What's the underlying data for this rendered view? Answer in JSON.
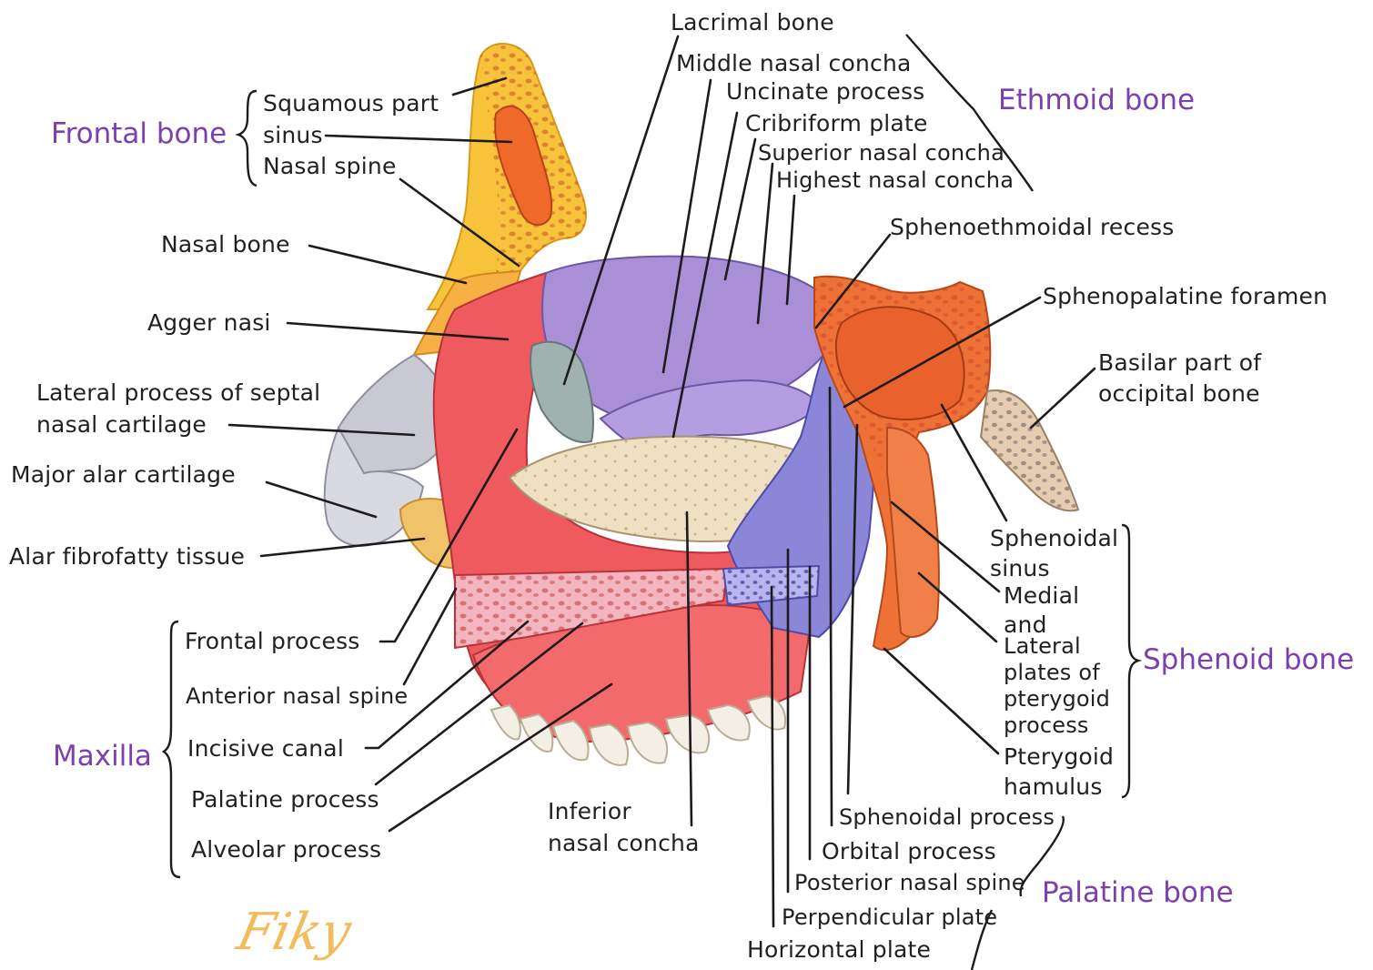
{
  "groups": {
    "frontal_bone": "Frontal bone",
    "ethmoid_bone": "Ethmoid bone",
    "maxilla": "Maxilla",
    "sphenoid_bone": "Sphenoid bone",
    "palatine_bone": "Palatine bone"
  },
  "labels": {
    "squamous_part": "Squamous part",
    "sinus": "sinus",
    "nasal_spine": "Nasal spine",
    "nasal_bone": "Nasal bone",
    "agger_nasi": "Agger nasi",
    "lateral_process_line1": "Lateral process of septal",
    "lateral_process_line2": "nasal cartilage",
    "major_alar_cartilage": "Major alar cartilage",
    "alar_fibrofatty_tissue": "Alar fibrofatty tissue",
    "frontal_process": "Frontal process",
    "anterior_nasal_spine": "Anterior nasal spine",
    "incisive_canal": "Incisive canal",
    "palatine_process": "Palatine process",
    "alveolar_process": "Alveolar process",
    "lacrimal_bone": "Lacrimal bone",
    "middle_nasal_concha": "Middle nasal concha",
    "uncinate_process": "Uncinate process",
    "cribriform_plate": "Cribriform plate",
    "superior_nasal_concha": "Superior nasal concha",
    "highest_nasal_concha": "Highest nasal concha",
    "sphenoethmoidal_recess": "Sphenoethmoidal recess",
    "sphenopalatine_foramen": "Sphenopalatine foramen",
    "basilar_part_line1": "Basilar part of",
    "basilar_part_line2": "occipital bone",
    "sphenoidal_sinus_line1": "Sphenoidal",
    "sphenoidal_sinus_line2": "sinus",
    "pterygoid_plates_line1": "Medial",
    "pterygoid_plates_line2": "and",
    "pterygoid_plates_line3": "Lateral",
    "pterygoid_plates_line4": "plates of",
    "pterygoid_plates_line5": "pterygoid",
    "pterygoid_plates_line6": "process",
    "pterygoid_hamulus_line1": "Pterygoid",
    "pterygoid_hamulus_line2": "hamulus",
    "inferior_concha_line1": "Inferior",
    "inferior_concha_line2": "nasal concha",
    "sphenoidal_process": "Sphenoidal process",
    "orbital_process": "Orbital process",
    "posterior_nasal_spine": "Posterior nasal spine",
    "perpendicular_plate": "Perpendicular plate",
    "horizontal_plate": "Horizontal plate"
  },
  "watermark": "Fiky",
  "colors": {
    "group_label": "#7b3fb0",
    "frontal_yellow": "#f6c33b",
    "ethmoid_purple": "#a88fd6",
    "maxilla_red": "#ef5a5e",
    "sphenoid_orange": "#ee7136",
    "palatine_blue": "#8a87d8",
    "concha_cream": "#efe0c2",
    "cartilage_grey": "#c9c9d3",
    "occipital_tan": "#e6ccb0"
  }
}
